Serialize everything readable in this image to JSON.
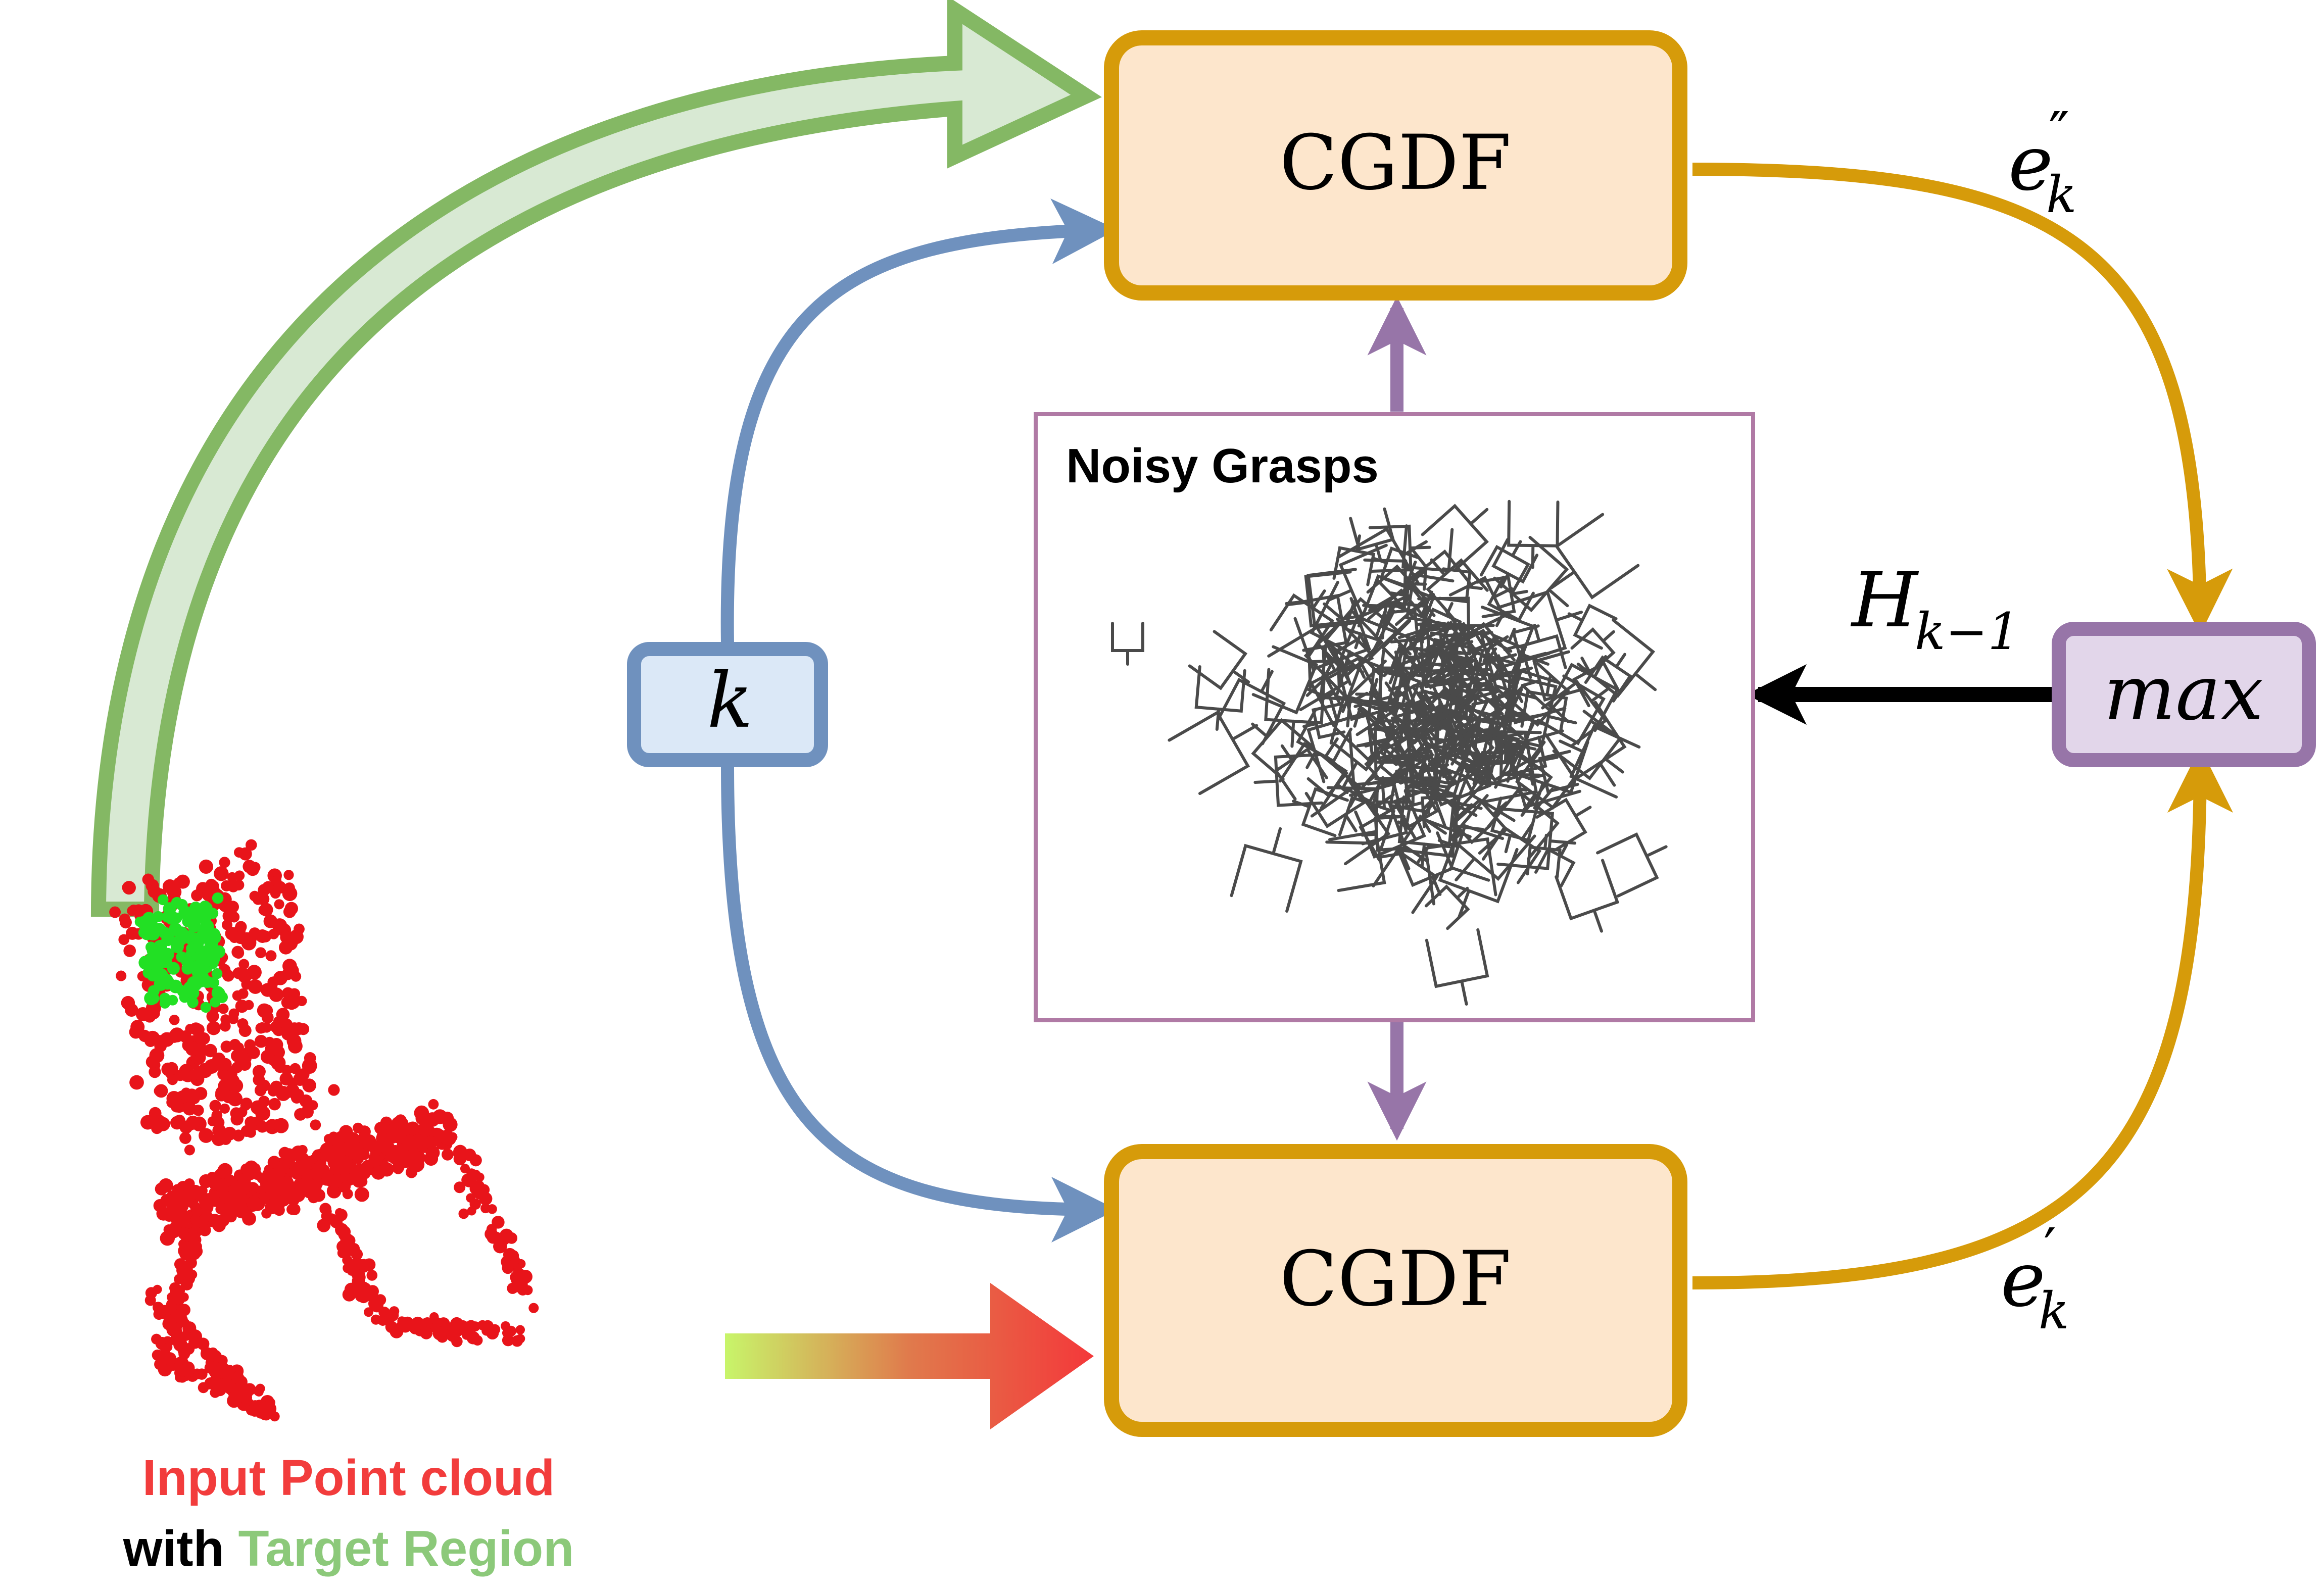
{
  "blocks": {
    "cgdf_top": "CGDF",
    "cgdf_bottom": "CGDF",
    "k_box": "k",
    "max_box": "max"
  },
  "panel": {
    "title": "Noisy Grasps"
  },
  "labels": {
    "e_double_prime": {
      "base": "e",
      "sub": "k",
      "prime": "″"
    },
    "e_prime": {
      "base": "e",
      "sub": "k",
      "prime": "′"
    },
    "h_label": {
      "base": "H",
      "sub": "k−1"
    }
  },
  "caption": {
    "line1": "Input Point cloud",
    "line2_prefix": "with",
    "line2_highlight": "Target Region"
  },
  "colors": {
    "cgdf_fill": "#fde6cc",
    "cgdf_stroke": "#d69b0a",
    "k_fill": "#dbe8f7",
    "k_stroke": "#6f91be",
    "max_fill": "#e2d6ea",
    "max_stroke": "#9775a8",
    "panel_stroke": "#b07aa5",
    "green_arrow": "#84b864",
    "green_fill": "#d8e9d3",
    "caption_red": "#f23c3c",
    "caption_green": "#8cc97a",
    "point_red": "#e8141a",
    "point_green": "#22e024"
  }
}
